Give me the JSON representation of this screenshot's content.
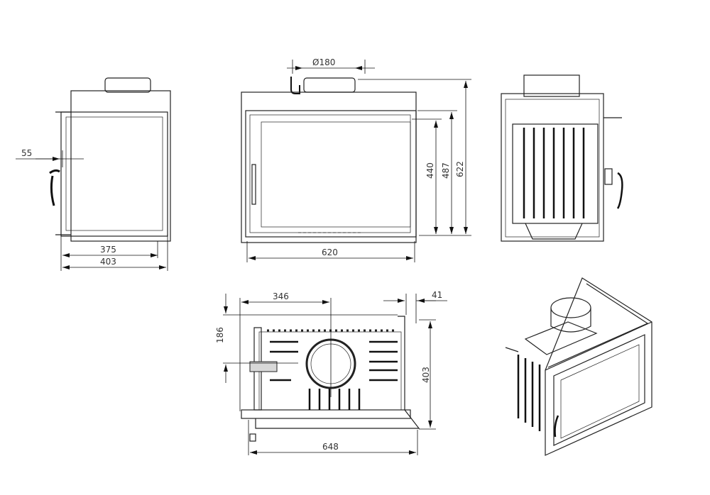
{
  "title": "Fireplace insert dimensional drawing",
  "dimensions": {
    "flue_diameter": "Ø180",
    "side_handle_offset": "55",
    "side_inner_width": "375",
    "side_outer_width": "403",
    "front_width": "620",
    "door_height": "440",
    "body_height": "487",
    "total_height": "622",
    "flue_center_offset": "346",
    "frame_depth": "41",
    "flue_depth_offset": "186",
    "top_depth": "403",
    "top_width": "648"
  }
}
